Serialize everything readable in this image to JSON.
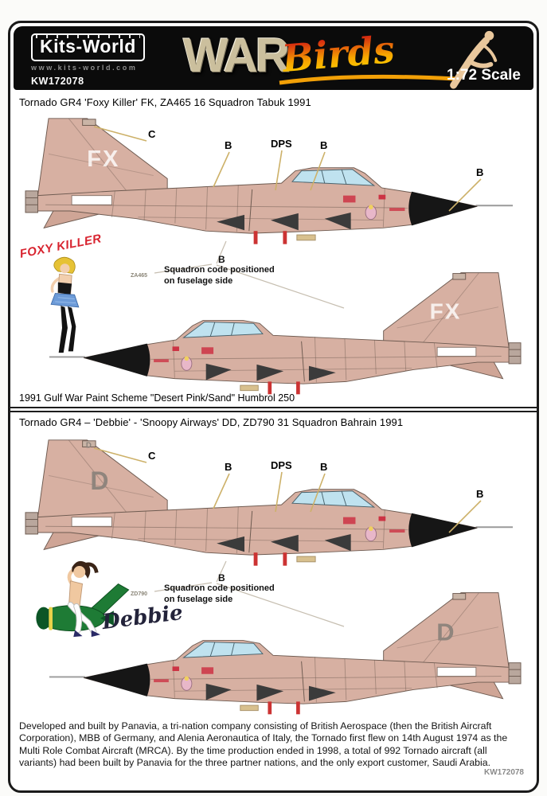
{
  "colors": {
    "airframe_pink": "#d7b0a2",
    "canopy_blue": "#bfe2ef",
    "radome_black": "#161616",
    "accent_red": "#d8232f",
    "bomb_green": "#1e7b35",
    "brand_red": "#d42a10",
    "brand_yellow": "#f7a600",
    "leader_tan": "#cdb169"
  },
  "header": {
    "brand": "Kits-World",
    "website": "www.kits-world.com",
    "product_code": "KW172078",
    "logo_war": "WAR",
    "logo_birds": "Birds",
    "scale": "1:72 Scale"
  },
  "sections": {
    "s1": {
      "title": "Tornado GR4 'Foxy Killer' FK, ZA465 16 Squadron Tabuk 1991",
      "tail_code": "FX",
      "noseart_title": "FOXY KILLER",
      "serial": "ZA465",
      "note_label": "B",
      "note_text": "Squadron code positioned on fuselage side",
      "caption": "1991 Gulf War Paint Scheme \"Desert Pink/Sand\" Humbrol 250",
      "callouts": [
        "C",
        "B",
        "DPS",
        "B",
        "B"
      ]
    },
    "s2": {
      "title": "Tornado GR4 – 'Debbie' - 'Snoopy Airways'  DD, ZD790 31 Squadron Bahrain 1991",
      "tail_code": "D",
      "noseart_title": "Debbie",
      "serial": "ZD790",
      "note_label": "B",
      "note_text": "Squadron code positioned on fuselage side",
      "callouts": [
        "C",
        "B",
        "DPS",
        "B",
        "B"
      ]
    }
  },
  "footer": {
    "paragraph": "Developed and built by Panavia, a tri-nation  company consisting of British Aerospace (then the British Aircraft Corporation), MBB of Germany, and Alenia Aeronautica of Italy, the Tornado first flew on 14th August 1974 as  the Multi Role Combat Aircraft (MRCA). By the time production ended in 1998, a  total of 992 Tornado aircraft (all variants) had been built by Panavia for the three partner nations, and the only export customer, Saudi Arabia.",
    "code": "KW172078"
  }
}
